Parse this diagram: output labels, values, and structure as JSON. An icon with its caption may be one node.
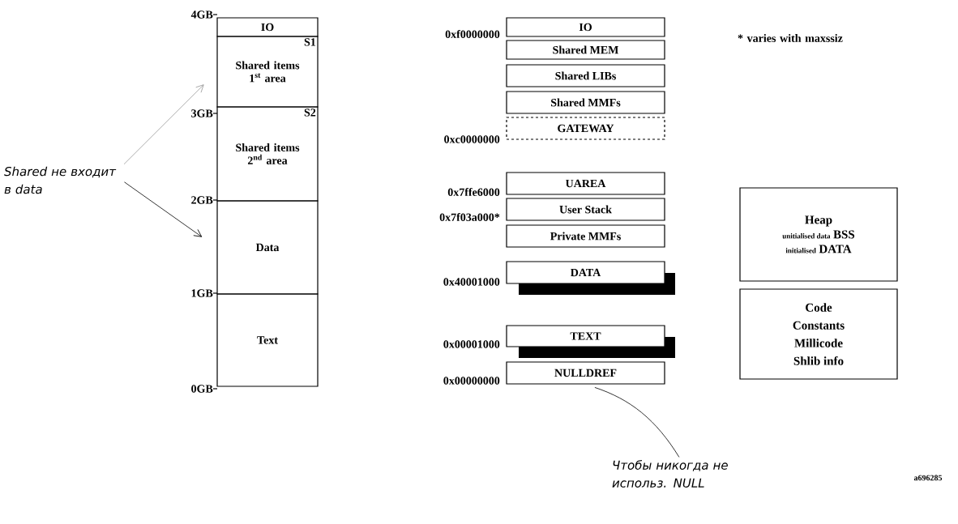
{
  "diagram": {
    "nodes": [
      {
        "text": [
          "IO"
        ]
      },
      {
        "text": [
          "Shared items 1$^{st}$ area",
          "S1"
        ]
      },
      {
        "text": [
          "Shared items 2$^{nd}$ area",
          "S2"
        ]
      },
      {
        "text": [
          "Data"
        ]
      },
      {
        "text": [
          "Text"
        ]
      },
      {
        "text": [
          "IO"
        ],
        "beside": [
          "0xf0000000"
        ]
      },
      {
        "text": [
          "Shared MEM"
        ]
      },
      {
        "text": [
          "Shared LIBs"
        ]
      },
      {
        "text": [
          "Shared MMFs"
        ]
      },
      {
        "text": [
          "GATEWAY"
        ],
        "beside": [
          "0xc0000000"
        ]
      },
      {
        "text": [
          "UAREA"
        ],
        "beside": [
          "0x7ffe6000"
        ]
      },
      {
        "text": [
          "User Stack"
        ],
        "beside": [
          "0x7f03a000*"
        ]
      },
      {
        "text": [
          "Private MMFs"
        ]
      },
      {
        "text": [
          "DATA"
        ],
        "beside": [
          "0x40001000"
        ]
      },
      {
        "text": [
          "TEXT"
        ],
        "beside": [
          "0x00001000"
        ]
      },
      {
        "text": [
          "NULLDREF"
        ],
        "beside": [
          "0x00000000"
        ]
      },
      {
        "text": [
          "Heap",
          "unitialised data",
          "BSS",
          "initialised",
          "DATA"
        ]
      },
      {
        "text": [
          "Code",
          "Constants",
          "Millicode",
          "Shlib info"
        ]
      },
      {
        "text": [
          "Shared не входит в data"
        ]
      },
      {
        "text": [
          "Чтобы никогда не использ. NULL"
        ]
      }
    ],
    "edges": [
      {
        "from": 18,
        "to": 1,
        "arrow": "to",
        "color": "#999999"
      },
      {
        "from": 18,
        "to": 3,
        "arrow": "to"
      },
      {
        "from": 19,
        "to": 15,
        "arrow": "none"
      }
    ],
    "labels": [
      "4GB",
      "* varies with maxssiz",
      "3GB",
      "2GB",
      "1GB",
      "0GB",
      "a696285"
    ]
  }
}
